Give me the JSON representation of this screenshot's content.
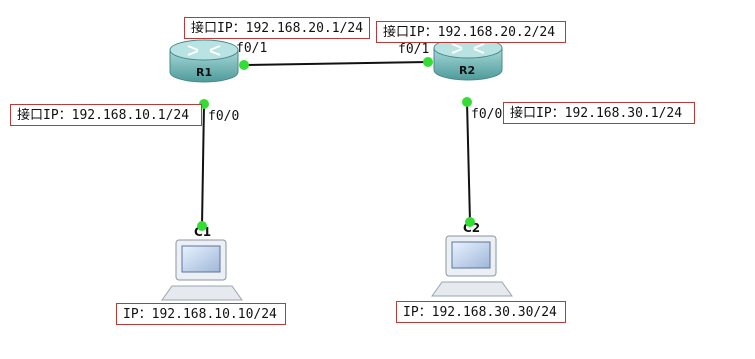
{
  "colors": {
    "link": "#111111",
    "port_dot": "#33dd33",
    "router_body": "#6fb3b3",
    "router_top": "#9ad0d0",
    "box_border": "#b83a3a"
  },
  "routers": [
    {
      "id": "r1",
      "label": "R1",
      "icon": "router-icon",
      "iface_top_label": "接口IP：192.168.20.1/24",
      "port_top": "f0/1",
      "iface_bottom_label": "接口IP：192.168.10.1/24",
      "port_bottom": "f0/0"
    },
    {
      "id": "r2",
      "label": "R2",
      "icon": "router-icon",
      "iface_top_label": "接口IP：192.168.20.2/24",
      "port_top": "f0/1",
      "iface_bottom_label": "接口IP：192.168.30.1/24",
      "port_bottom": "f0/0"
    }
  ],
  "hosts": [
    {
      "id": "c1",
      "label": "C1",
      "icon": "computer-icon",
      "ip_label": "IP：192.168.10.10/24"
    },
    {
      "id": "c2",
      "label": "C2",
      "icon": "computer-icon",
      "ip_label": "IP：192.168.30.30/24"
    }
  ]
}
